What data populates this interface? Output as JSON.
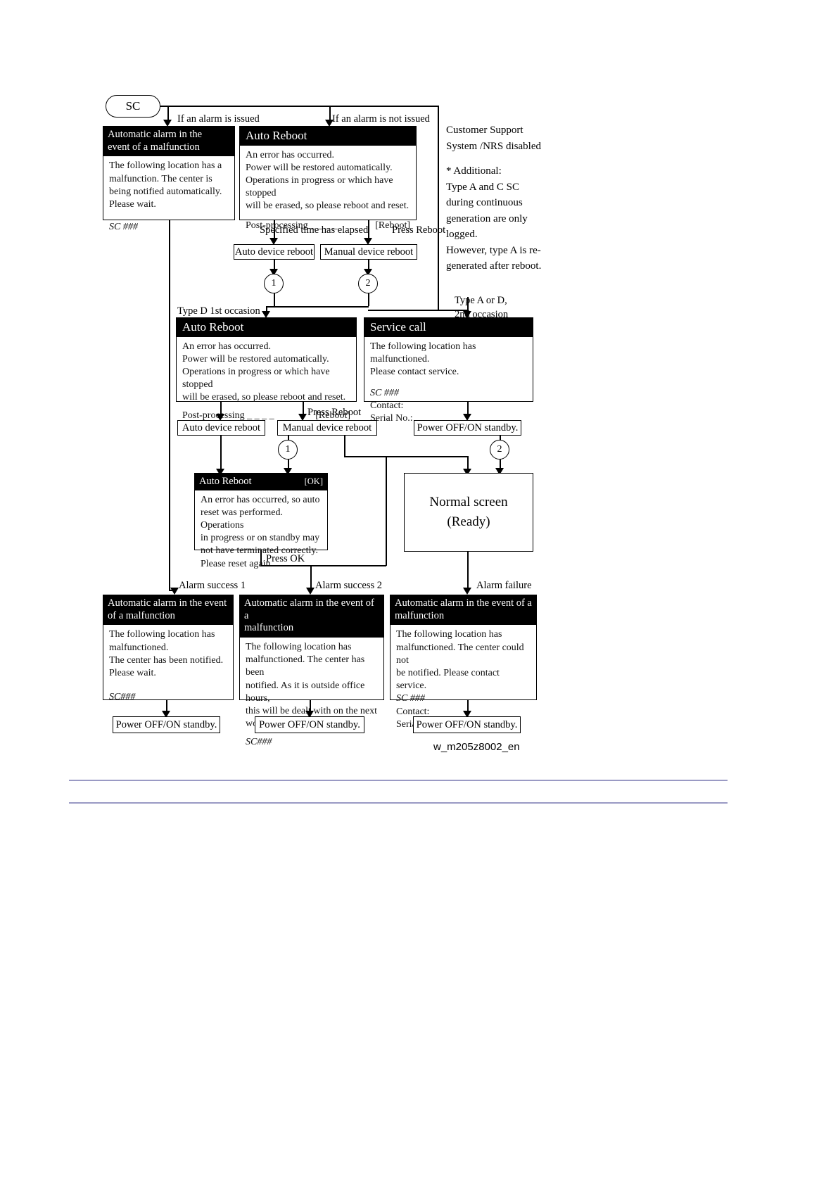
{
  "diagram": {
    "code_label": "w_m205z8002_en",
    "start_node": "SC",
    "branch_labels": {
      "alarm_issued": "If an alarm is issued",
      "alarm_not_issued": "If an alarm is not issued",
      "specified_time": "Specified time has elapsed",
      "press_reboot": "Press Reboot",
      "press_reboot_2": "Press Reboot",
      "type_d_first": "Type D 1st occasion",
      "type_a_or_d_l1": "Type A or D,",
      "type_a_or_d_l2": "2nd occasion",
      "press_ok": "Press OK",
      "alarm_success_1": "Alarm success 1",
      "alarm_success_2": "Alarm success 2",
      "alarm_failure": "Alarm failure"
    },
    "side_note": {
      "heading_l1": "Customer Support",
      "heading_l2": "System /NRS disabled",
      "body_l1": "* Additional:",
      "body_l2": "Type A and C SC",
      "body_l3": "during continuous",
      "body_l4": "generation are only",
      "body_l5": "logged.",
      "body_l6": "However, type A is re-",
      "body_l7": "generated after reboot."
    },
    "panels": {
      "auto_alarm_top": {
        "title_l1": "Automatic alarm in the",
        "title_l2": "event of a malfunction",
        "body_l1": "The following location has a",
        "body_l2": "malfunction. The center is",
        "body_l3": "being notified automatically.",
        "body_l4": "Please wait.",
        "sc": "SC ###"
      },
      "auto_reboot_top": {
        "title": "Auto Reboot",
        "body_l1": "An error has occurred.",
        "body_l2": "Power will be restored automatically.",
        "body_l3": "Operations in progress or which have stopped",
        "body_l4": "will be erased, so please reboot and reset.",
        "footer_left": "Post-processing _ _ _ _",
        "footer_right": "[Reboot]"
      },
      "auto_reboot_mid": {
        "title": "Auto Reboot",
        "body_l1": "An error has occurred.",
        "body_l2": "Power will be restored automatically.",
        "body_l3": "Operations in progress or which have stopped",
        "body_l4": "will be erased, so please reboot and reset.",
        "footer_left": "Post-processing _ _ _ _",
        "footer_right": "[Reboot]"
      },
      "service_call": {
        "title": "Service call",
        "body_l1": "The following location has malfunctioned.",
        "body_l2": "Please contact service.",
        "sc": "SC ###",
        "contact": "Contact:",
        "serial": "Serial No.:"
      },
      "auto_reboot_ok": {
        "title": "Auto Reboot",
        "title_right": "[OK]",
        "body_l1": "An error has occurred, so auto",
        "body_l2": "reset was performed. Operations",
        "body_l3": "in progress or on standby may",
        "body_l4": "not have terminated correctly.",
        "body_l5": "Please reset again."
      },
      "alarm_success_1": {
        "title_l1": "Automatic alarm in the event",
        "title_l2": "of a malfunction",
        "body_l1": "The following location has",
        "body_l2": "malfunctioned.",
        "body_l3": "The center has been notified.",
        "body_l4": "Please wait.",
        "sc": "SC###"
      },
      "alarm_success_2": {
        "title_l1": "Automatic alarm in the event of a",
        "title_l2": "malfunction",
        "body_l1": "The following location has",
        "body_l2": "malfunctioned. The center has been",
        "body_l3": "notified. As it is outside office hours,",
        "body_l4": "this will be dealt with on the next",
        "body_l5": "working day.",
        "sc": "SC###"
      },
      "alarm_failure": {
        "title_l1": "Automatic alarm in the event of a",
        "title_l2": "malfunction",
        "body_l1": "The following location has",
        "body_l2": "malfunctioned. The center could not",
        "body_l3": "be notified. Please contact service.",
        "sc": "SC ###",
        "contact": "Contact:",
        "serial": "Serial No.:"
      }
    },
    "boxes": {
      "auto_device_reboot_1": "Auto device reboot",
      "manual_device_reboot_1": "Manual  device reboot",
      "auto_device_reboot_2": "Auto device reboot",
      "manual_device_reboot_2": "Manual  device reboot",
      "power_standby_mid": "Power OFF/ON standby.",
      "normal_screen_l1": "Normal screen",
      "normal_screen_l2": "(Ready)",
      "power_standby_b1": "Power OFF/ON standby.",
      "power_standby_b2": "Power OFF/ON standby.",
      "power_standby_b3": "Power OFF/ON standby."
    },
    "connectors": {
      "circle_1a": "1",
      "circle_2a": "2",
      "circle_1b": "1",
      "circle_2b": "2"
    }
  }
}
